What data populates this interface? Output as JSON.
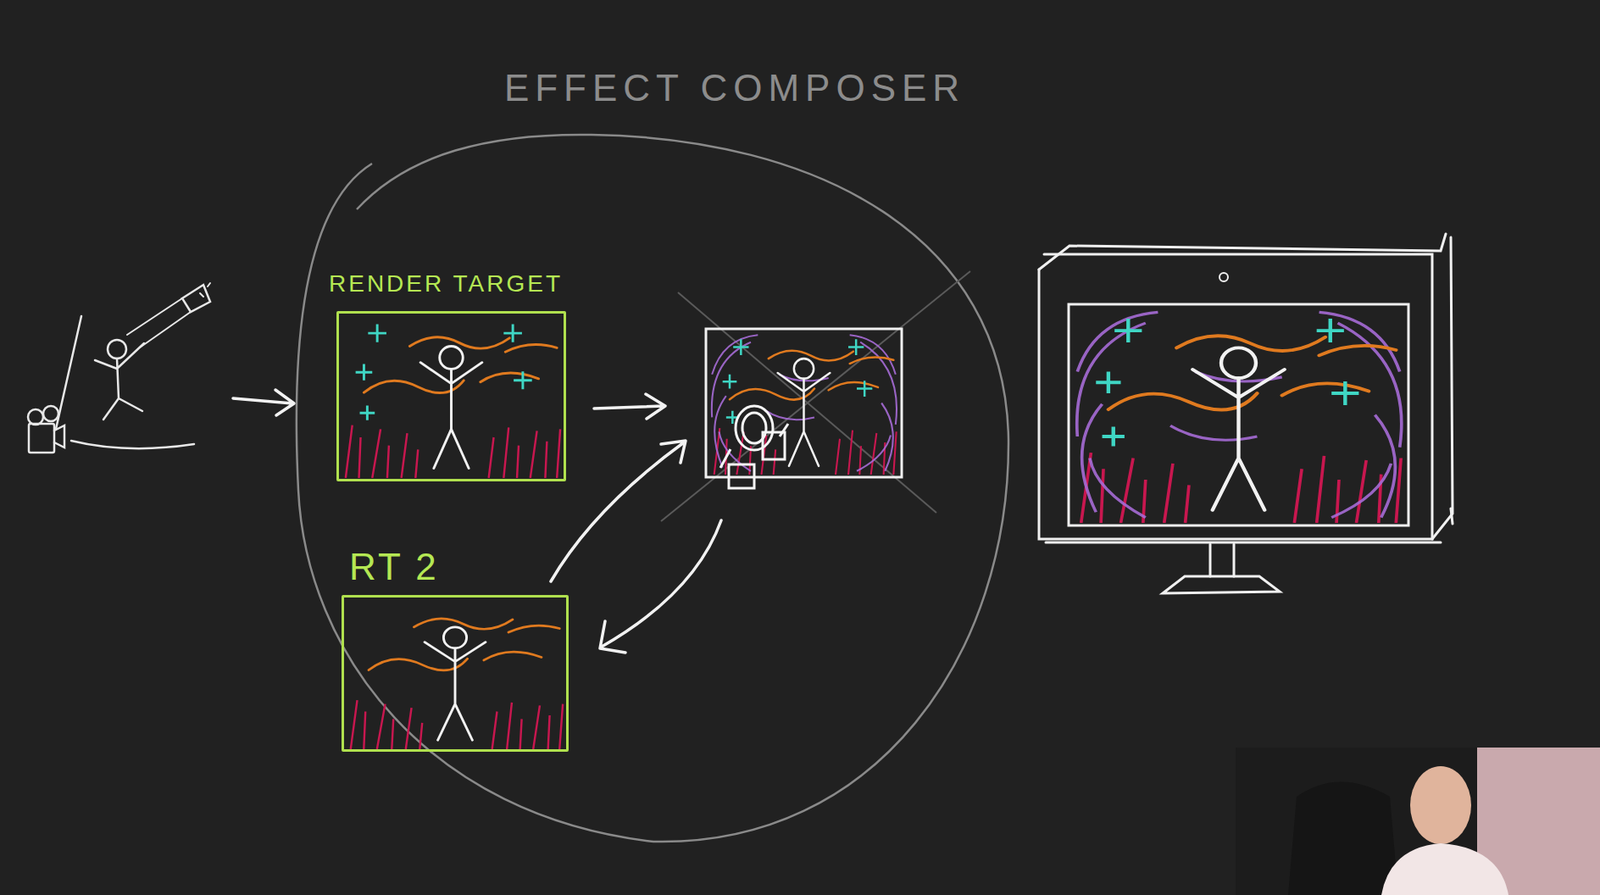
{
  "diagram": {
    "title": "EFFECT COMPOSER",
    "nodes": [
      {
        "text": [
          "RENDER TARGET"
        ]
      },
      {
        "text": [
          "RT 2"
        ]
      }
    ]
  }
}
